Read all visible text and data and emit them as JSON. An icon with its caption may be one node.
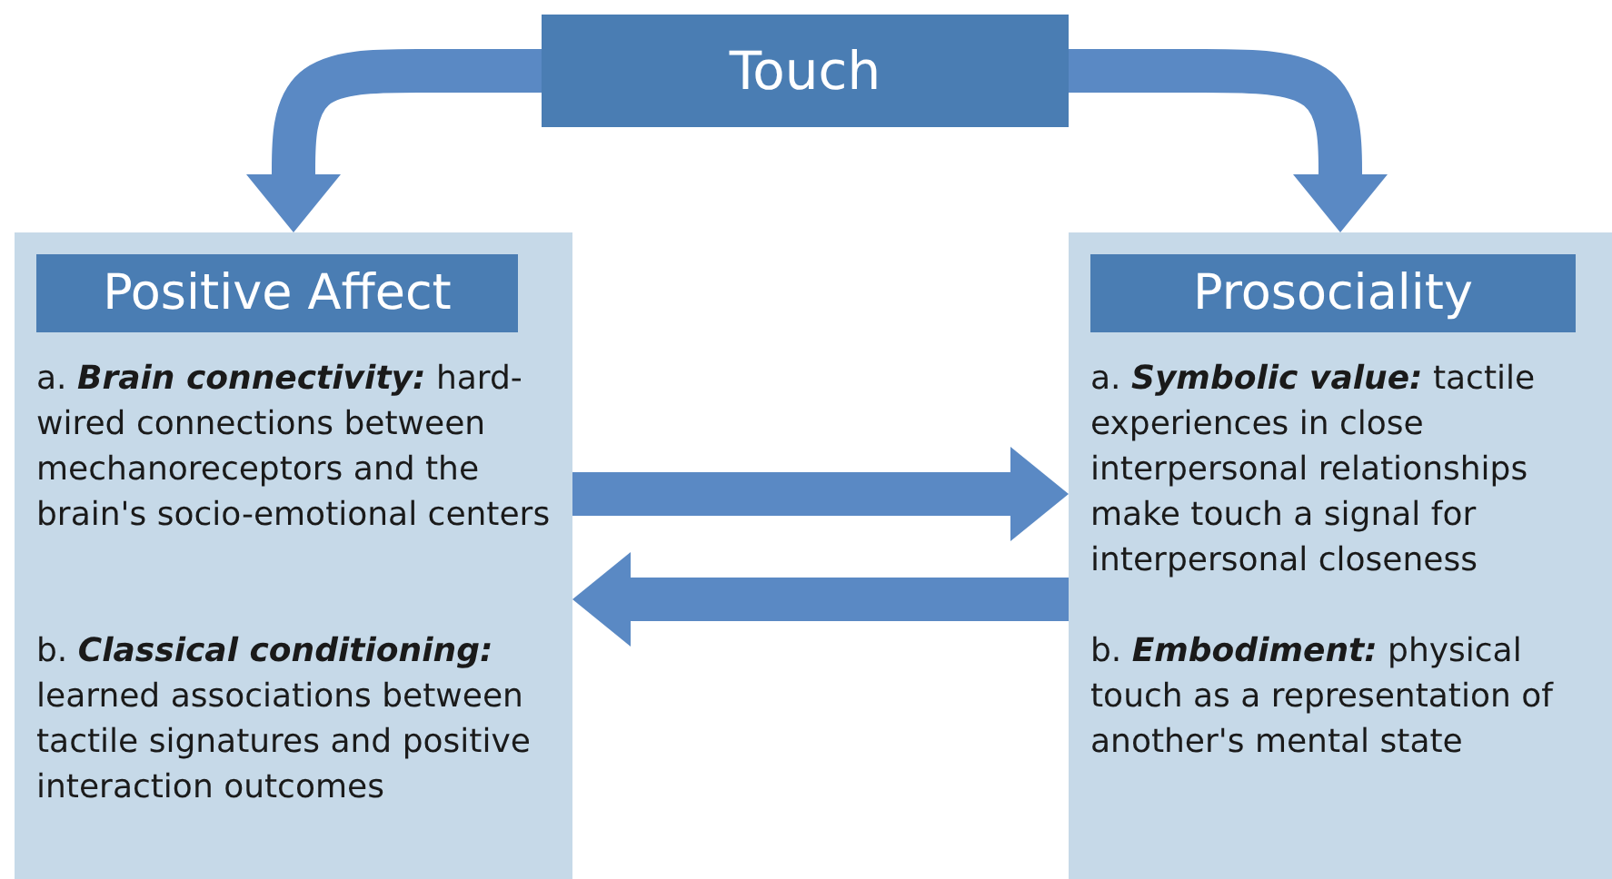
{
  "diagram": {
    "nodes": [
      {
        "text": [
          "Touch"
        ]
      },
      {
        "text": [
          "Positive Affect",
          "a. **Brain connectivity:** hard-wired connections between mechanoreceptors and the brain's socio-emotional centers",
          "b. **Classical conditioning:** learned associations between tactile signatures and positive interaction outcomes"
        ]
      },
      {
        "text": [
          "Prosociality",
          "a. **Symbolic value:** tactile experiences in close interpersonal relationships make touch a signal for interpersonal closeness",
          "b. **Embodiment:** physical touch as a representation of another's mental state"
        ]
      }
    ],
    "edges": [
      {
        "from": 0,
        "to": 1,
        "arrow": "to"
      },
      {
        "from": 0,
        "to": 2,
        "arrow": "to"
      },
      {
        "from": 1,
        "to": 2,
        "arrow": "to"
      },
      {
        "from": 2,
        "to": 1,
        "arrow": "to"
      }
    ]
  }
}
